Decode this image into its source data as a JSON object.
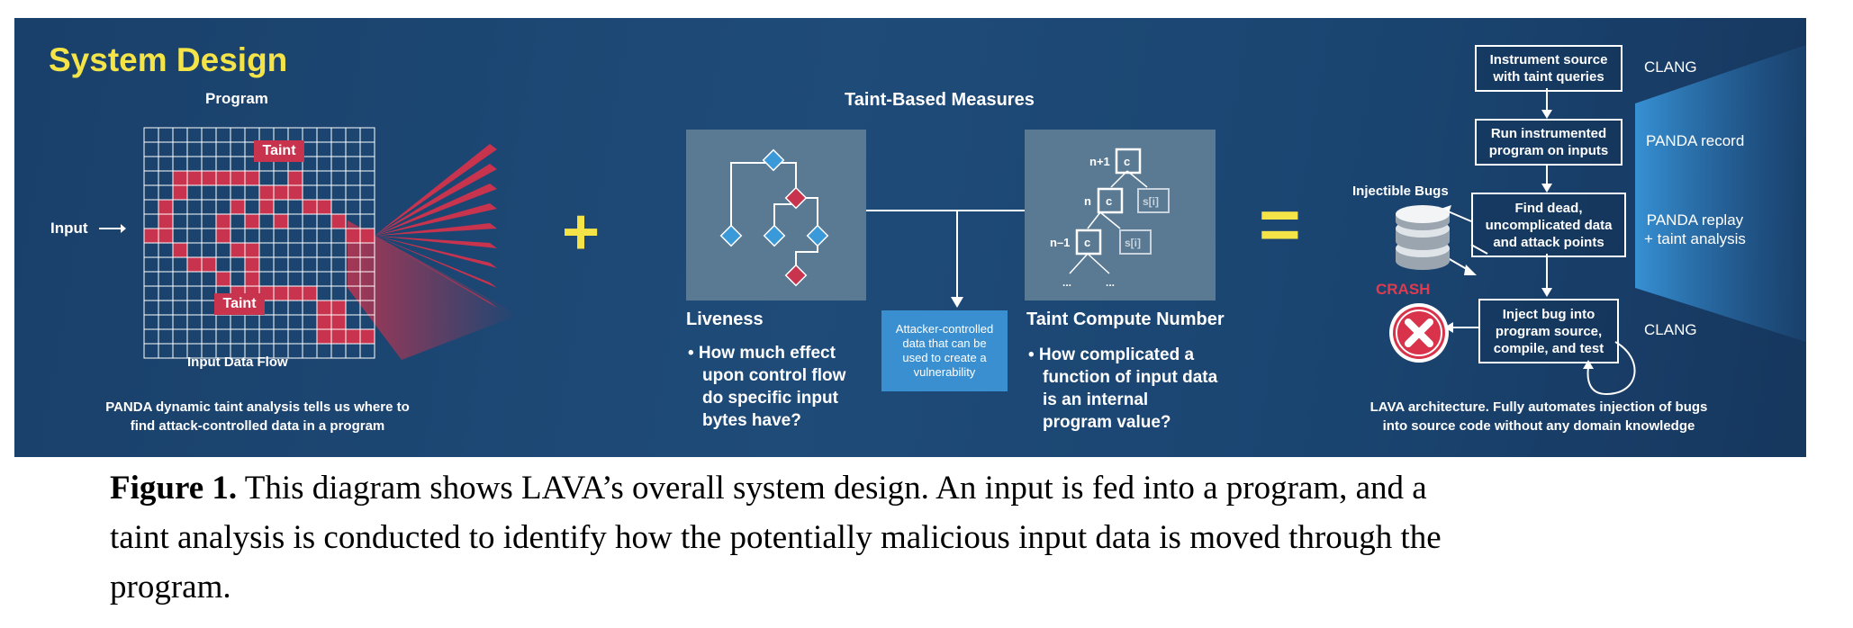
{
  "header": {
    "title": "System Design"
  },
  "program_panel": {
    "title": "Program",
    "input_label": "Input",
    "taint_top": "Taint",
    "taint_bottom": "Taint",
    "flow_label": "Input Data Flow",
    "caption_line1": "PANDA dynamic taint analysis tells us where to",
    "caption_line2": "find attack-controlled data in a program"
  },
  "plus": "+",
  "equals": "=",
  "measures": {
    "title": "Taint-Based Measures",
    "liveness": {
      "heading": "Liveness",
      "bullet_lines": [
        "• How much effect",
        "upon control flow",
        "do specific input",
        "bytes have?"
      ]
    },
    "callout_lines": [
      "Attacker-controlled",
      "data that can be",
      "used to create a",
      "vulnerability"
    ],
    "tcn": {
      "heading": "Taint Compute Number",
      "bullet_lines": [
        "• How complicated a",
        "function of input data",
        "is an internal",
        "program value?"
      ],
      "node_labels": [
        "n+1",
        "n",
        "n–1",
        "c",
        "c",
        "c",
        "s[i]",
        "s[i]",
        "...",
        "..."
      ]
    }
  },
  "architecture": {
    "boxes": [
      {
        "lines": [
          "Instrument source",
          "with taint queries"
        ]
      },
      {
        "lines": [
          "Run instrumented",
          "program on inputs"
        ]
      },
      {
        "lines": [
          "Find dead,",
          "uncomplicated data",
          "and attack points"
        ]
      },
      {
        "lines": [
          "Inject bug into",
          "program source,",
          "compile, and test"
        ]
      }
    ],
    "side_labels": [
      {
        "lines": [
          "CLANG"
        ]
      },
      {
        "lines": [
          "PANDA record"
        ]
      },
      {
        "lines": [
          "PANDA replay",
          "+ taint analysis"
        ]
      },
      {
        "lines": [
          "CLANG"
        ]
      }
    ],
    "injectible_label": "Injectible Bugs",
    "crash_label": "CRASH",
    "caption_line1": "LAVA architecture. Fully automates injection of bugs",
    "caption_line2": "into source code without any domain knowledge"
  },
  "figure_caption": {
    "label": "Figure 1.",
    "line1": " This diagram shows LAVA’s overall system design. An input is fed into a program, and a",
    "line2": "taint analysis is conducted to identify how the potentially malicious input data is moved through the",
    "line3": "program."
  },
  "colors": {
    "panel_bg": "#1f4b79",
    "accent_yellow": "#f4e447",
    "taint_red": "#c8334e",
    "callout_blue": "#3a8fd0",
    "node_blue": "#3a9ad9",
    "crash_red": "#e03a4f"
  }
}
